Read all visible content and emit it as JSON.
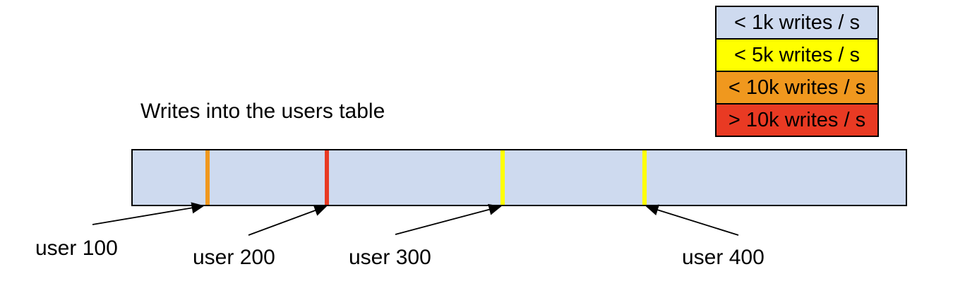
{
  "title": "Writes into the users table",
  "colors": {
    "light_blue": "#cedaef",
    "yellow": "#ffff00",
    "orange": "#f0981e",
    "red": "#e93a23",
    "border": "#000000"
  },
  "legend": {
    "items": [
      {
        "label": "< 1k writes / s",
        "color": "#cedaef"
      },
      {
        "label": "< 5k writes / s",
        "color": "#ffff00"
      },
      {
        "label": "< 10k writes / s",
        "color": "#f0981e"
      },
      {
        "label": "> 10k writes / s",
        "color": "#e93a23"
      }
    ]
  },
  "bar": {
    "fill_color": "#cedaef",
    "fill_meaning": "< 1k writes / s",
    "markers": [
      {
        "user": "user 100",
        "color": "#f0981e",
        "rate": "< 10k writes / s",
        "position_pct": 9.8
      },
      {
        "user": "user 200",
        "color": "#e93a23",
        "rate": "> 10k writes / s",
        "position_pct": 25.2
      },
      {
        "user": "user 300",
        "color": "#ffff00",
        "rate": "< 5k writes / s",
        "position_pct": 47.9
      },
      {
        "user": "user 400",
        "color": "#ffff00",
        "rate": "< 5k writes / s",
        "position_pct": 66.2
      }
    ]
  },
  "labels": {
    "user_100": "user 100",
    "user_200": "user 200",
    "user_300": "user 300",
    "user_400": "user 400"
  }
}
